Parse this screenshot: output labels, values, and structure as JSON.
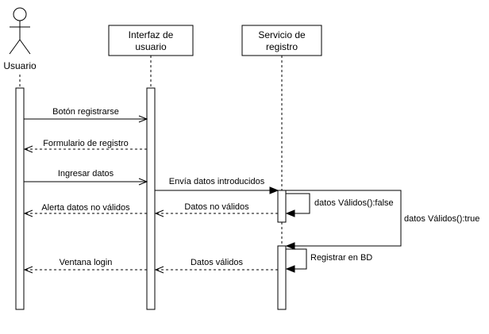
{
  "actors": {
    "user": {
      "label": "Usuario"
    },
    "interface": {
      "label_line1": "Interfaz de",
      "label_line2": "usuario"
    },
    "service": {
      "label_line1": "Servicio de",
      "label_line2": "registro"
    }
  },
  "messages": [
    {
      "label": "Botón registrarse"
    },
    {
      "label": "Formulario de registro"
    },
    {
      "label": "Ingresar datos"
    },
    {
      "label": "Envía datos introducidos"
    },
    {
      "label": "datos Válidos():false"
    },
    {
      "label": "Alerta datos no válidos"
    },
    {
      "label": "Datos no válidos"
    },
    {
      "label": "datos Válidos():true"
    },
    {
      "label": "Registrar en BD"
    },
    {
      "label": "Ventana login"
    },
    {
      "label": "Datos válidos"
    }
  ]
}
